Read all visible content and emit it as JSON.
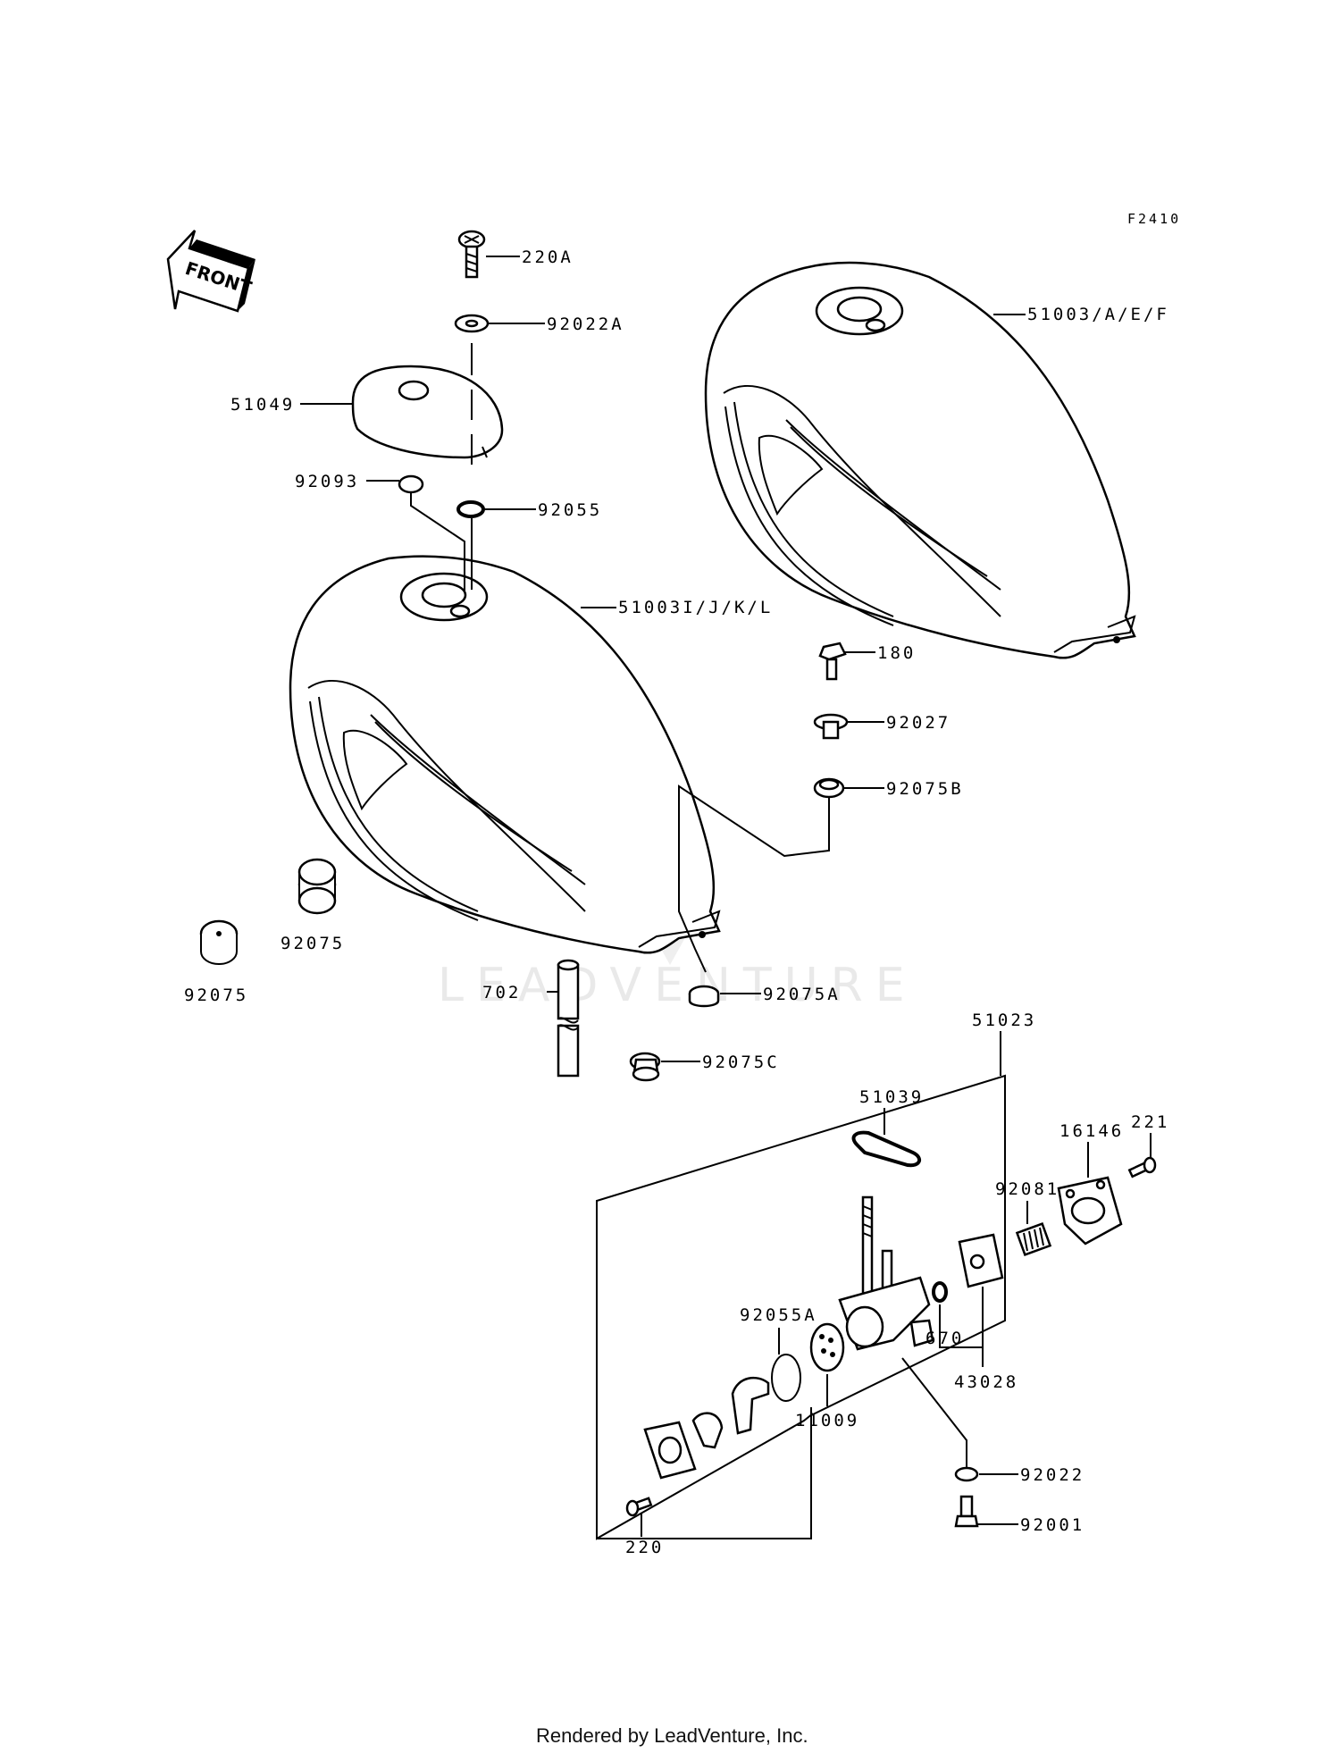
{
  "diagram_code": "F2410",
  "front_label": "FRONT",
  "labels": {
    "p220A": "220A",
    "p92022A": "92022A",
    "p51049": "51049",
    "p92093": "92093",
    "p92055": "92055",
    "p51003AEF": "51003/A/E/F",
    "p51003IJKL": "51003I/J/K/L",
    "p180": "180",
    "p92027": "92027",
    "p92075B": "92075B",
    "p92075_a": "92075",
    "p92075_b": "92075",
    "p702": "702",
    "p92075A": "92075A",
    "p92075C": "92075C",
    "p51023": "51023",
    "p51039": "51039",
    "p221": "221",
    "p16146": "16146",
    "p92081": "92081",
    "p670": "670",
    "p43028": "43028",
    "p92055A": "92055A",
    "p11009": "11009",
    "p92022": "92022",
    "p92001": "92001",
    "p220": "220"
  },
  "watermark": "LEADVENTURE",
  "footer": "Rendered by LeadVenture, Inc."
}
